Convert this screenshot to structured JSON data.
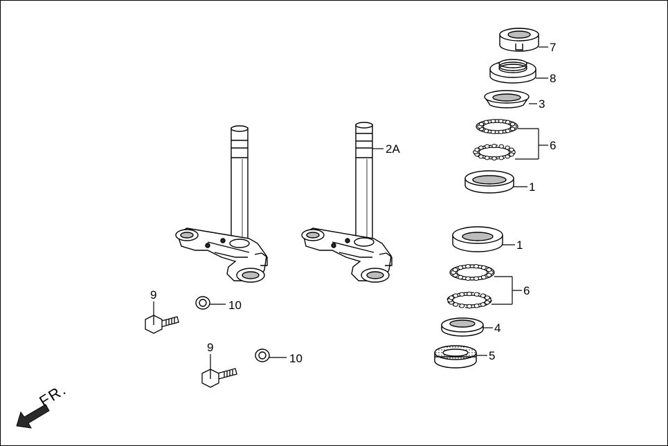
{
  "labels": {
    "p1_upper": "1",
    "p1_lower": "1",
    "p2a": "2A",
    "p3": "3",
    "p4": "4",
    "p5": "5",
    "p6_upper": "6",
    "p6_lower": "6",
    "p7": "7",
    "p8": "8",
    "p9_a": "9",
    "p9_b": "9",
    "p10_a": "10",
    "p10_b": "10"
  },
  "direction": {
    "text": "FR."
  },
  "colors": {
    "line": "#000000",
    "fill": "#ffffff",
    "shade": "#bdbdbd",
    "dark": "#2a2a2a"
  }
}
